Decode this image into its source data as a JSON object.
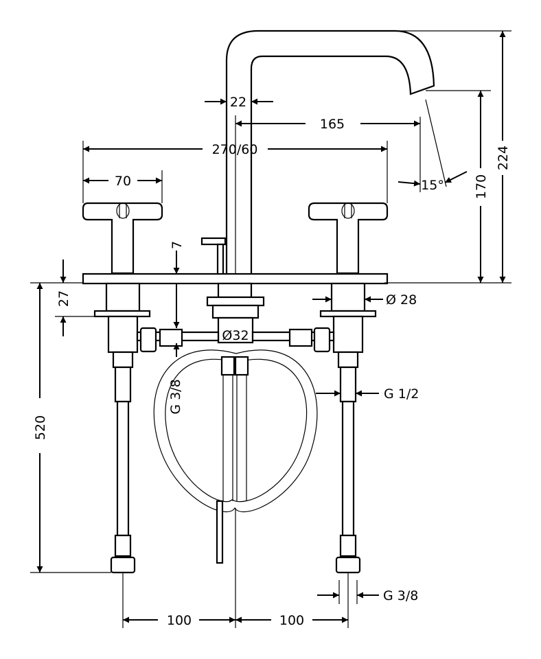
{
  "labels": {
    "d22": "22",
    "d165": "165",
    "d270": "270/60",
    "d70": "70",
    "d15": "15°",
    "d170": "170",
    "d224": "224",
    "d7": "7",
    "d27": "27",
    "d28": "Ø 28",
    "d32": "Ø32",
    "g12": "G 1/2",
    "g38_left": "G 3/8",
    "d520": "520",
    "g38_bottom": "G 3/8",
    "d100_left": "100",
    "d100_right": "100"
  }
}
